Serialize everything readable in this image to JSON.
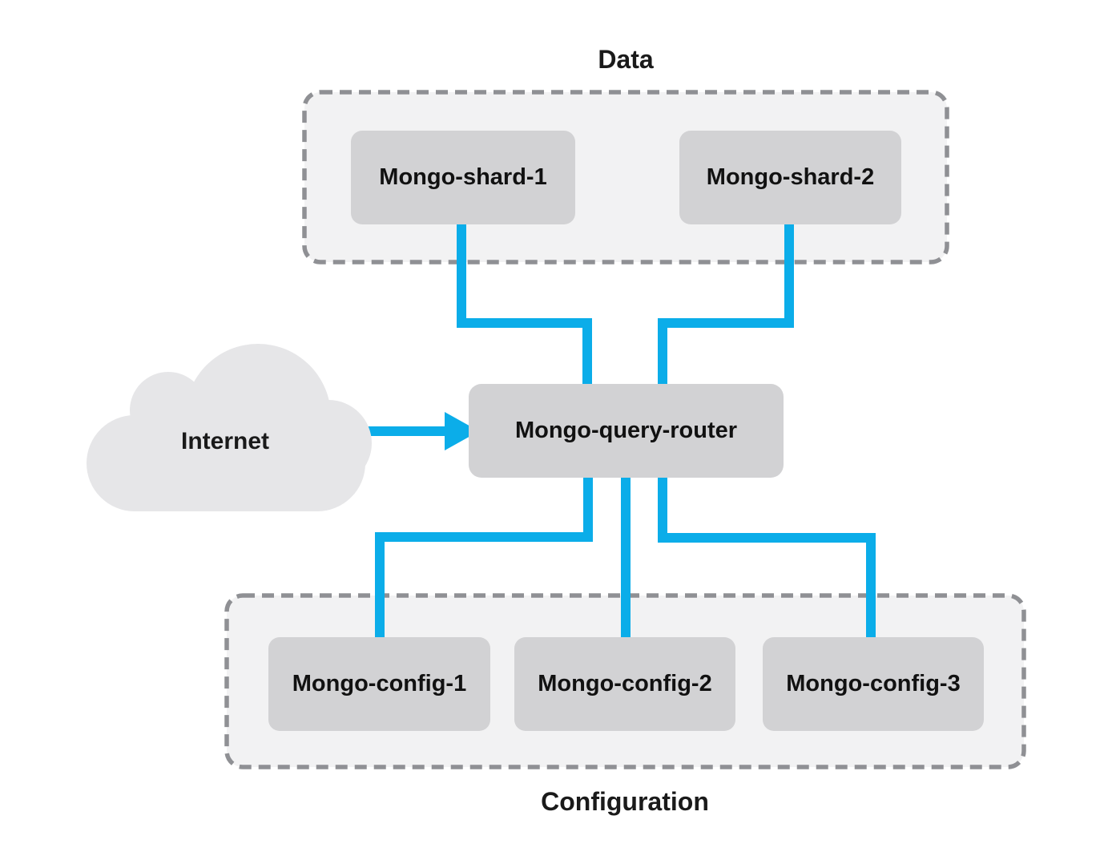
{
  "diagram": {
    "groups": {
      "data": {
        "label": "Data",
        "nodes": [
          "Mongo-shard-1",
          "Mongo-shard-2"
        ]
      },
      "configuration": {
        "label": "Configuration",
        "nodes": [
          "Mongo-config-1",
          "Mongo-config-2",
          "Mongo-config-3"
        ]
      }
    },
    "nodes": {
      "internet": {
        "label": "Internet",
        "shape": "cloud"
      },
      "shard1": {
        "label": "Mongo-shard-1"
      },
      "shard2": {
        "label": "Mongo-shard-2"
      },
      "router": {
        "label": "Mongo-query-router"
      },
      "config1": {
        "label": "Mongo-config-1"
      },
      "config2": {
        "label": "Mongo-config-2"
      },
      "config3": {
        "label": "Mongo-config-3"
      }
    },
    "edges": [
      {
        "from": "Mongo-shard-1",
        "to": "Mongo-query-router",
        "arrow": false
      },
      {
        "from": "Mongo-shard-2",
        "to": "Mongo-query-router",
        "arrow": false
      },
      {
        "from": "Internet",
        "to": "Mongo-query-router",
        "arrow": true
      },
      {
        "from": "Mongo-query-router",
        "to": "Mongo-config-1",
        "arrow": false
      },
      {
        "from": "Mongo-query-router",
        "to": "Mongo-config-2",
        "arrow": false
      },
      {
        "from": "Mongo-query-router",
        "to": "Mongo-config-3",
        "arrow": false
      }
    ],
    "colors": {
      "connector": "#0bade9",
      "node_fill": "#d2d2d4",
      "node_text": "#111111",
      "group_fill": "#f2f2f3",
      "group_border": "#8f9094",
      "cloud_fill": "#e6e6e8",
      "label_text": "#1a1a1a",
      "background": "#ffffff"
    }
  }
}
